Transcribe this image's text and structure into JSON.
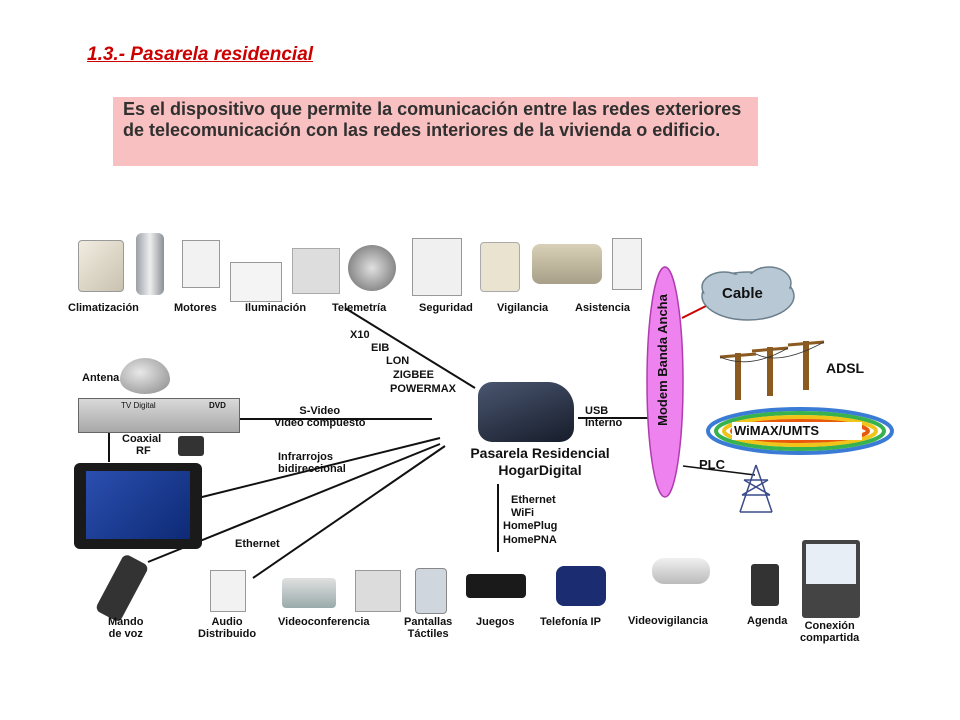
{
  "title": "1.3.- Pasarela residencial",
  "definition": "Es el dispositivo que permite la comunicación entre las redes exteriores de telecomunicación con las redes interiores de la vivienda o edificio.",
  "top_devices": [
    "Climatización",
    "Motores",
    "Iluminación",
    "Telemetría",
    "Seguridad",
    "Vigilancia",
    "Asistencia"
  ],
  "bottom_devices": {
    "mando": [
      "Mando",
      "de voz"
    ],
    "audio": [
      "Audio",
      "Distribuido"
    ],
    "video": "Videoconferencia",
    "pantallas": [
      "Pantallas",
      "Táctiles"
    ],
    "juegos": "Juegos",
    "telefonia": "Telefonía IP",
    "videovig": "Videovigilancia",
    "agenda": "Agenda",
    "conexion": [
      "Conexión",
      "compartida"
    ]
  },
  "gateway": [
    "Pasarela Residencial",
    "HogarDigital"
  ],
  "protocols_top": [
    "X10",
    "EIB",
    "LON",
    "ZIGBEE",
    "POWERMAX"
  ],
  "protocols_bottom": [
    "Ethernet",
    "WiFi",
    "HomePlug",
    "HomePNA"
  ],
  "links": {
    "svideo": [
      "S-Video",
      "Video compuesto"
    ],
    "infrarrojos": [
      "Infrarrojos",
      "bidireccional"
    ],
    "ethernet": "Ethernet",
    "usb": [
      "USB",
      "Interno"
    ]
  },
  "left_devices": {
    "antena": "Antena",
    "tvdigital": "TV Digital",
    "dvd": "DVD",
    "coaxial": [
      "Coaxial",
      "RF"
    ]
  },
  "modem": "Modem Banda Ancha",
  "networks": {
    "cable": "Cable",
    "adsl": "ADSL",
    "wimax": "WiMAX/UMTS",
    "plc": "PLC"
  },
  "colors": {
    "title": "#cc0000",
    "definition_bg": "#f8c0c0",
    "modem_fill": "#ee82ee",
    "cloud_fill": "#b8c8d4"
  }
}
